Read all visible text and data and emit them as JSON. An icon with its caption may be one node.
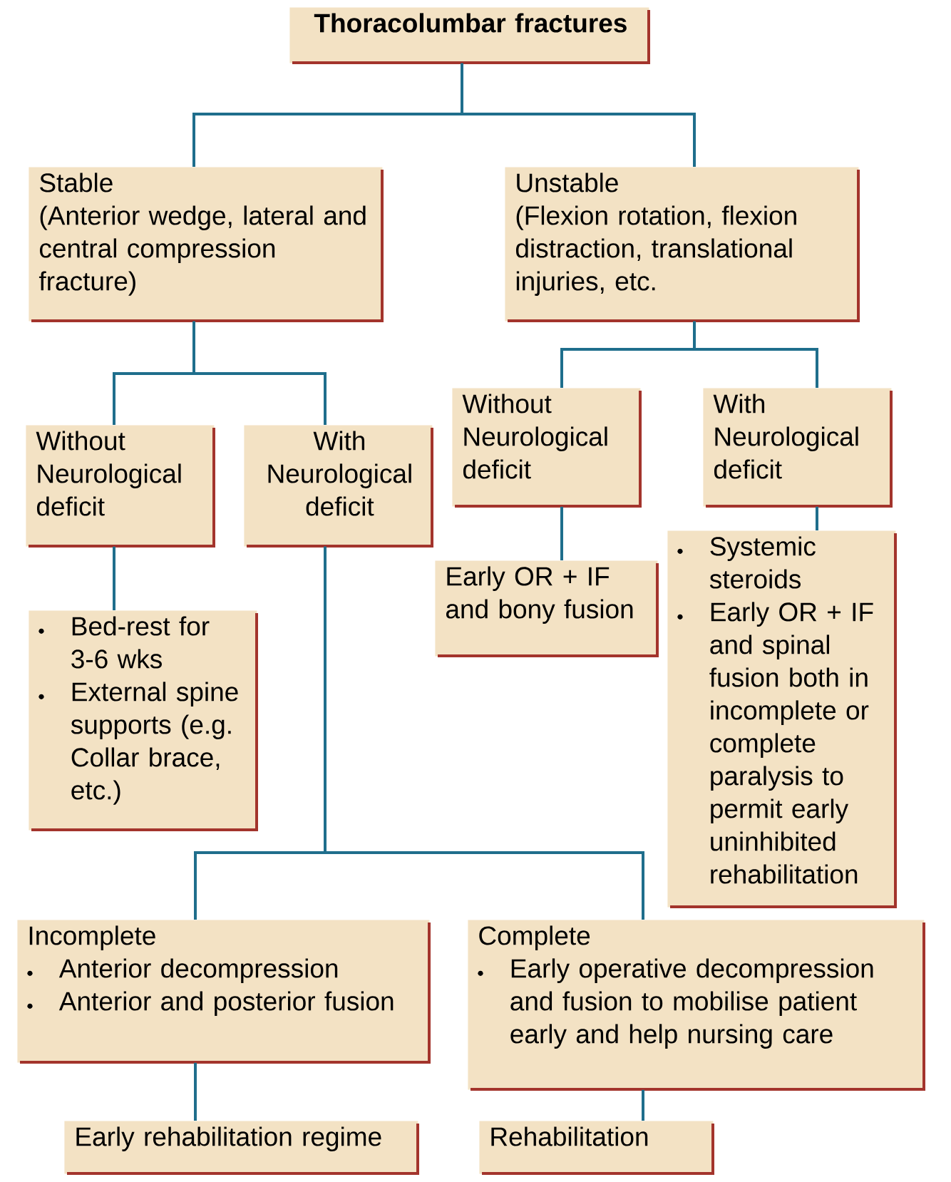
{
  "diagram": {
    "nodes": [
      {
        "text": [
          "Thoracolumbar fractures"
        ]
      },
      {
        "text": [
          "Stable",
          "(Anterior wedge, lateral and central compression fracture)"
        ]
      },
      {
        "text": [
          "Unstable",
          "(Flexion rotation, flexion distraction, translational injuries, etc."
        ]
      },
      {
        "text": [
          "Without Neurological deficit"
        ]
      },
      {
        "text": [
          "With Neurological deficit"
        ]
      },
      {
        "text": [
          "Without Neurological deficit"
        ]
      },
      {
        "text": [
          "With Neurological deficit"
        ]
      },
      {
        "text": [
          "Bed-rest for 3-6 wks",
          "External spine supports (e.g. Collar brace, etc.)"
        ]
      },
      {
        "text": [
          "Early OR + IF and bony fusion"
        ]
      },
      {
        "text": [
          "Systemic steroids",
          "Early OR + IF and spinal fusion both in incomplete or complete paralysis to permit early uninhibited rehabilitation"
        ]
      },
      {
        "text": [
          "Incomplete",
          "Anterior decompression",
          "Anterior and posterior fusion"
        ]
      },
      {
        "text": [
          "Complete",
          "Early operative decompression and fusion to mobilise patient early and help nursing care"
        ]
      },
      {
        "text": [
          "Early rehabilitation regime"
        ]
      },
      {
        "text": [
          "Rehabilitation"
        ]
      }
    ],
    "edges": [
      {
        "from": 0,
        "to": 1,
        "arrow": "none"
      },
      {
        "from": 0,
        "to": 2,
        "arrow": "none"
      },
      {
        "from": 1,
        "to": 3,
        "arrow": "none"
      },
      {
        "from": 1,
        "to": 4,
        "arrow": "none"
      },
      {
        "from": 2,
        "to": 5,
        "arrow": "none"
      },
      {
        "from": 2,
        "to": 6,
        "arrow": "none"
      },
      {
        "from": 3,
        "to": 7,
        "arrow": "none"
      },
      {
        "from": 5,
        "to": 8,
        "arrow": "none"
      },
      {
        "from": 6,
        "to": 9,
        "arrow": "none"
      },
      {
        "from": 4,
        "to": 10,
        "arrow": "none"
      },
      {
        "from": 4,
        "to": 11,
        "arrow": "none"
      },
      {
        "from": 10,
        "to": 12,
        "arrow": "none"
      },
      {
        "from": 11,
        "to": 13,
        "arrow": "none"
      }
    ]
  }
}
